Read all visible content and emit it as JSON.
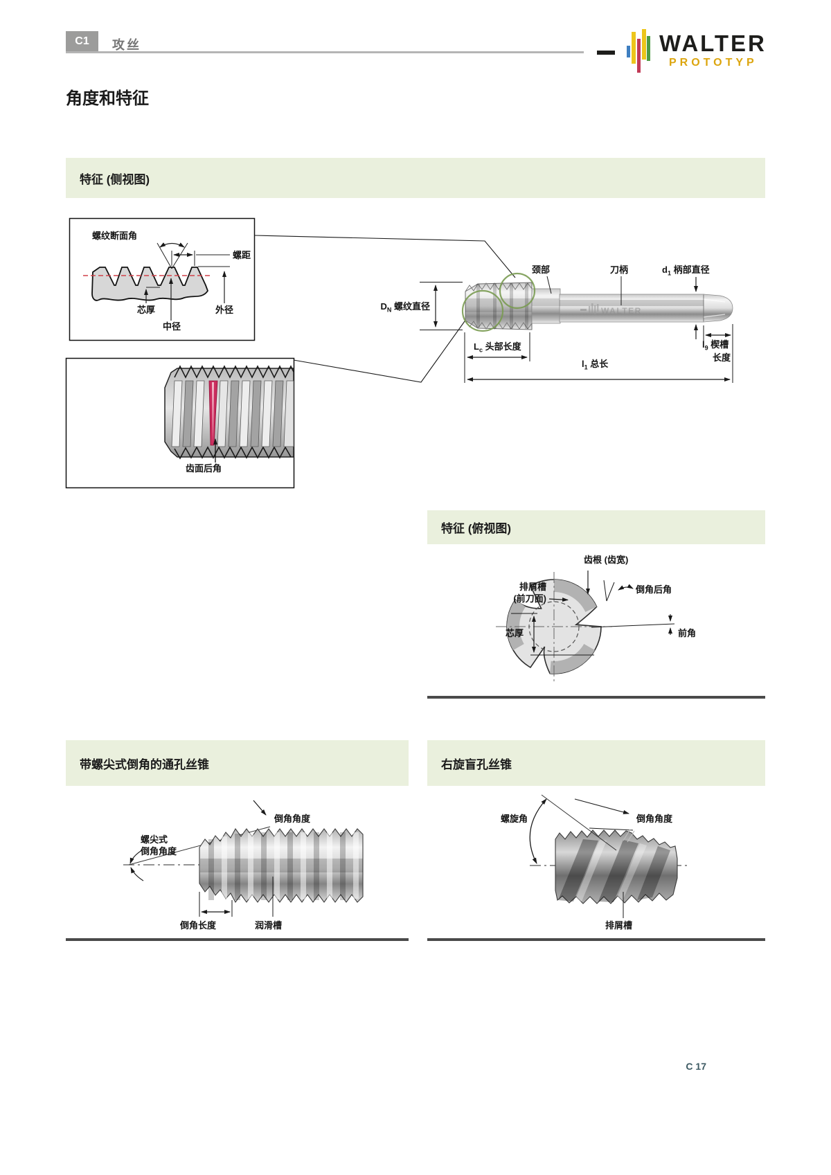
{
  "header": {
    "badge": "C1",
    "chapter": "攻丝"
  },
  "logo": {
    "brand": "WALTER",
    "sub": "PROTOTYP"
  },
  "title": "角度和特征",
  "footer": {
    "page": "C 17"
  },
  "side_view": {
    "heading": "特征 (侧视图)",
    "profile": {
      "flank_angle": "螺纹断面角",
      "pitch": "螺距",
      "core": "芯厚",
      "pitch_dia": "中径",
      "outer_dia": "外径"
    },
    "relief": "齿面后角",
    "tap": {
      "neck": "颈部",
      "shank": "刀柄",
      "d1_sym": "d",
      "d1_sub": "1",
      "d1_text": " 柄部直径",
      "dn_sym": "D",
      "dn_sub": "N",
      "dn_text": " 螺纹直径",
      "lc_sym": "L",
      "lc_sub": "c",
      "lc_text": " 头部长度",
      "l1_sym": "l",
      "l1_sub": "1",
      "l1_text": " 总长",
      "l9_sym": "l",
      "l9_sub": "9",
      "l9_text": " 楔槽",
      "l9_text2": "长度",
      "watermark": "WALTER"
    }
  },
  "top_view": {
    "heading": "特征 (俯视图)",
    "labels": {
      "land": "齿根 (齿宽)",
      "flute1": "排屑槽",
      "flute2": "(前刀面)",
      "chamfer_relief": "倒角后角",
      "core": "芯厚",
      "rake": "前角"
    }
  },
  "through_tap": {
    "heading": "带螺尖式倒角的通孔丝锥",
    "labels": {
      "chamfer_angle": "倒角角度",
      "point1": "螺尖式",
      "point2": "倒角角度",
      "chamfer_length": "倒角长度",
      "lube": "润滑槽"
    }
  },
  "blind_tap": {
    "heading": "右旋盲孔丝锥",
    "labels": {
      "helix": "螺旋角",
      "chamfer_angle": "倒角角度",
      "flute": "排屑槽"
    }
  }
}
